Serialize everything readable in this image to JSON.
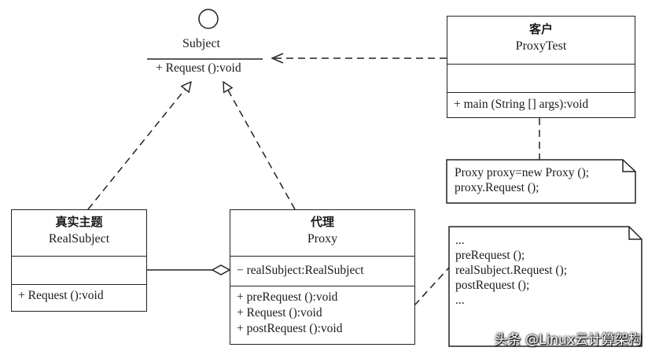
{
  "interface_subject": {
    "name": "Subject",
    "method": "+ Request ():void"
  },
  "client": {
    "title_cn": "客户",
    "title_en": "ProxyTest",
    "method": "+ main (String [] args):void"
  },
  "client_note": {
    "lines": [
      "Proxy proxy=new Proxy ();",
      "proxy.Request ();"
    ]
  },
  "real_subject": {
    "title_cn": "真实主题",
    "title_en": "RealSubject",
    "method": "+ Request ():void"
  },
  "proxy": {
    "title_cn": "代理",
    "title_en": "Proxy",
    "attribute": "− realSubject:RealSubject",
    "methods": [
      "+ preRequest ():void",
      "+ Request ():void",
      "+ postRequest ():void"
    ]
  },
  "proxy_note": {
    "lines": [
      "...",
      "preRequest ();",
      "realSubject.Request ();",
      "postRequest ();",
      "..."
    ]
  },
  "watermark": "头条 @Linux云计算架构"
}
